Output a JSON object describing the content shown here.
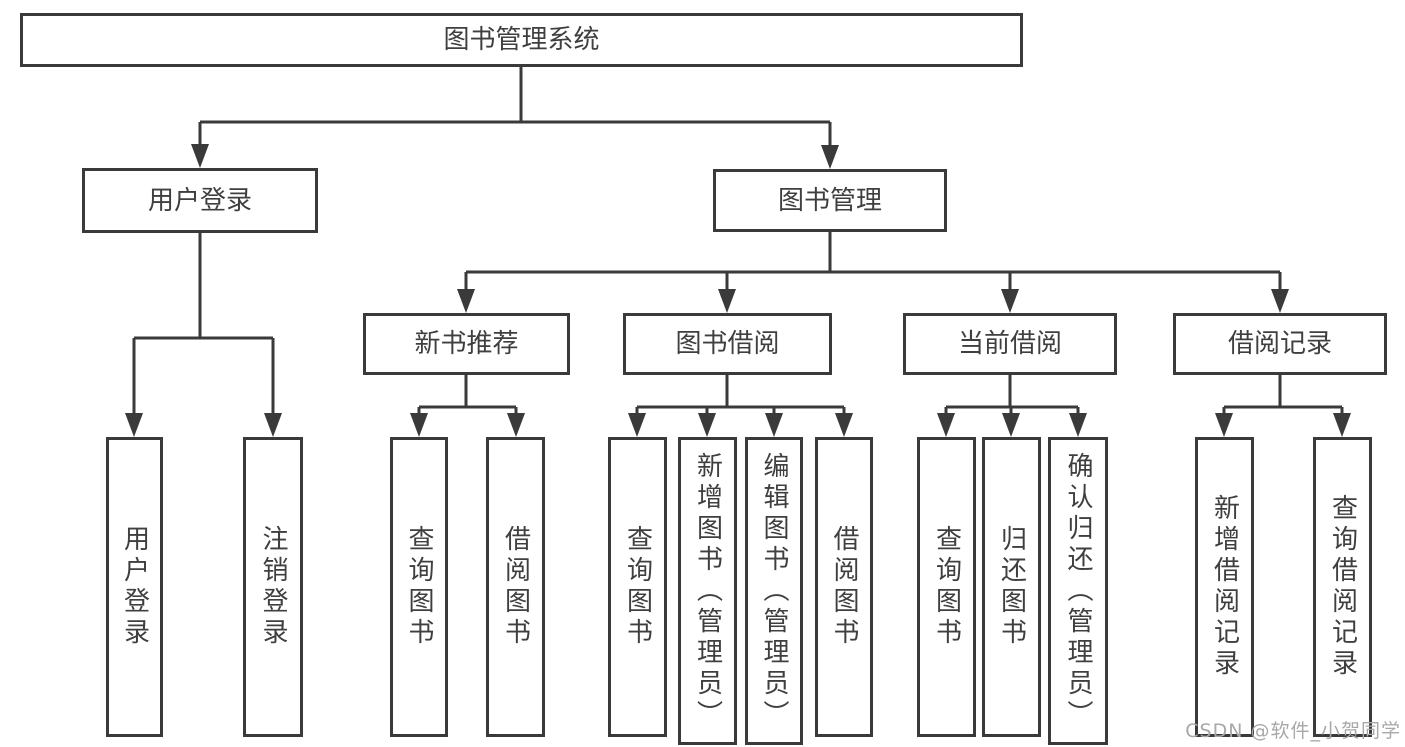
{
  "colors": {
    "line": "#3a3a3a",
    "text": "#3f3f3f",
    "watermark": "#a8a8a8",
    "background": "#ffffff"
  },
  "watermark": "CSDN @软件_小贺同学",
  "diagram": {
    "root": "图书管理系统",
    "level2": {
      "user_login": "用户登录",
      "book_mgmt": "图书管理"
    },
    "level3": {
      "new_books": "新书推荐",
      "borrowing": "图书借阅",
      "current": "当前借阅",
      "records": "借阅记录"
    },
    "leaves": {
      "user_login": [
        "用户登录",
        "注销登录"
      ],
      "new_books": [
        "查询图书",
        "借阅图书"
      ],
      "borrowing": [
        "查询图书",
        "新增图书（管理员）",
        "编辑图书（管理员）",
        "借阅图书"
      ],
      "current": [
        "查询图书",
        "归还图书",
        "确认归还（管理员）"
      ],
      "records": [
        "新增借阅记录",
        "查询借阅记录"
      ]
    }
  }
}
